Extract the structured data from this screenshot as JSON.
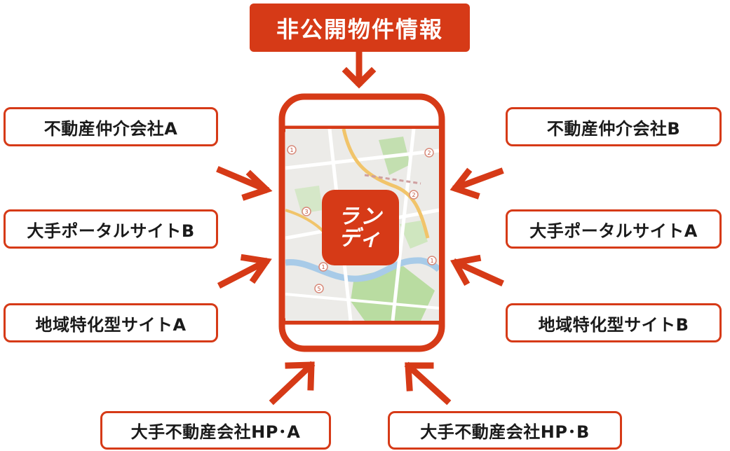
{
  "banner": "非公開物件情報",
  "app_icon": {
    "line1": "ラン",
    "line2": "ディ"
  },
  "sources": {
    "left": [
      "不動産仲介会社A",
      "大手ポータルサイトB",
      "地域特化型サイトA"
    ],
    "right": [
      "不動産仲介会社B",
      "大手ポータルサイトA",
      "地域特化型サイトB"
    ],
    "bottom": [
      "大手不動産会社HP･A",
      "大手不動産会社HP･B"
    ]
  },
  "map_markers": [
    "1",
    "2",
    "3",
    "2",
    "1",
    "5",
    "1"
  ],
  "colors": {
    "accent": "#d63a17",
    "text": "#1a1a1a",
    "map_bg": "#ecebe8",
    "park": "#b9dca1",
    "river": "#a8cbe8"
  }
}
